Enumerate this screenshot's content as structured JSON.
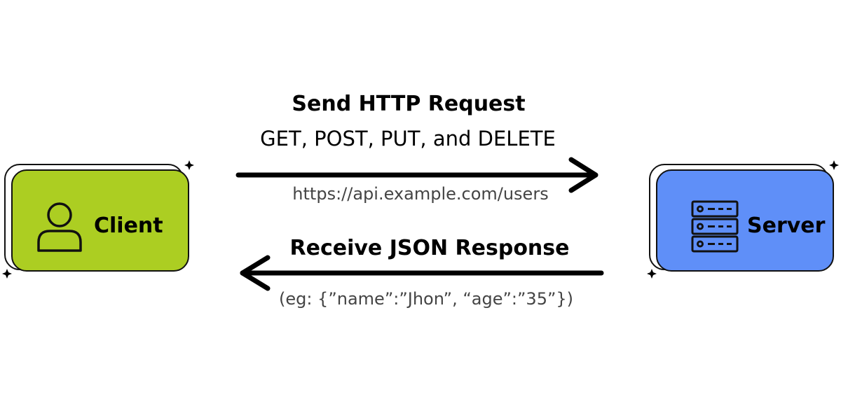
{
  "client": {
    "label": "Client",
    "icon": "user-icon",
    "color": "#acce22"
  },
  "server": {
    "label": "Server",
    "icon": "server-rack-icon",
    "color": "#5f8ff8"
  },
  "request": {
    "title": "Send HTTP Request",
    "methods": "GET, POST, PUT, and DELETE",
    "url": "https://api.example.com/users"
  },
  "response": {
    "title": "Receive JSON  Response",
    "example": "(eg: {”name”:”Jhon”, “age”:”35”})"
  }
}
